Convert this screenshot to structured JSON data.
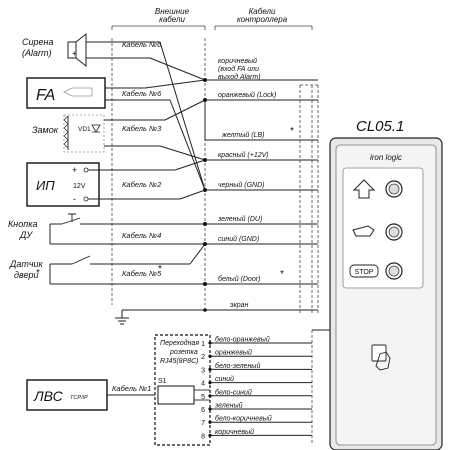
{
  "headers": {
    "external": [
      "Внешние",
      "кабели"
    ],
    "controller": [
      "Кабели",
      "контроллера"
    ]
  },
  "device": {
    "title": "CL05.1",
    "brand": "iron logic",
    "stop_label": "STOP"
  },
  "left": {
    "siren": [
      "Сирена",
      "(Alarm)"
    ],
    "fa": "FA",
    "lock": "Замок",
    "vd": "VD1",
    "psu": "ИП",
    "psu_volt": "12V",
    "psu_plus": "+",
    "psu_minus": "-",
    "button": [
      "Кнопка",
      "ДУ"
    ],
    "sensor": [
      "Датчик",
      "двери"
    ],
    "sensor_star": "*",
    "lan": "ЛВС",
    "lan_proto": "TCP/IP"
  },
  "cables": {
    "c6": "Кабель №6",
    "c6b": "Кабель №6",
    "c3": "Кабель №3",
    "c2": "Кабель №2",
    "c4": "Кабель №4",
    "c5": "Кабель №5",
    "c5_star": "*",
    "c1": "Кабель №1"
  },
  "wires": {
    "brown": [
      "коричневый",
      "(вход FA или",
      "выход Alarm)"
    ],
    "orange": "оранжевый (Lock)",
    "yellow": "желтый (LB)",
    "yellow_star": "*",
    "red": "красный (+12V)",
    "black": "черный (GND)",
    "green": "зеленый (DU)",
    "blue": "синий (GND)",
    "white": "белый (Door)",
    "white_star": "*",
    "screen": "экран"
  },
  "rj45": {
    "title": [
      "Переходная",
      "розетка",
      "RJ45(8P8C)"
    ],
    "s1": "S1",
    "pins": [
      {
        "n": "1",
        "label": "бело-оранжевый"
      },
      {
        "n": "2",
        "label": "оранжевый"
      },
      {
        "n": "3",
        "label": "бело-зеленый"
      },
      {
        "n": "4",
        "label": "синий"
      },
      {
        "n": "5",
        "label": "бело-синий"
      },
      {
        "n": "6",
        "label": "зеленый"
      },
      {
        "n": "7",
        "label": "бело-коричневый"
      },
      {
        "n": "8",
        "label": "коричневый"
      }
    ]
  }
}
